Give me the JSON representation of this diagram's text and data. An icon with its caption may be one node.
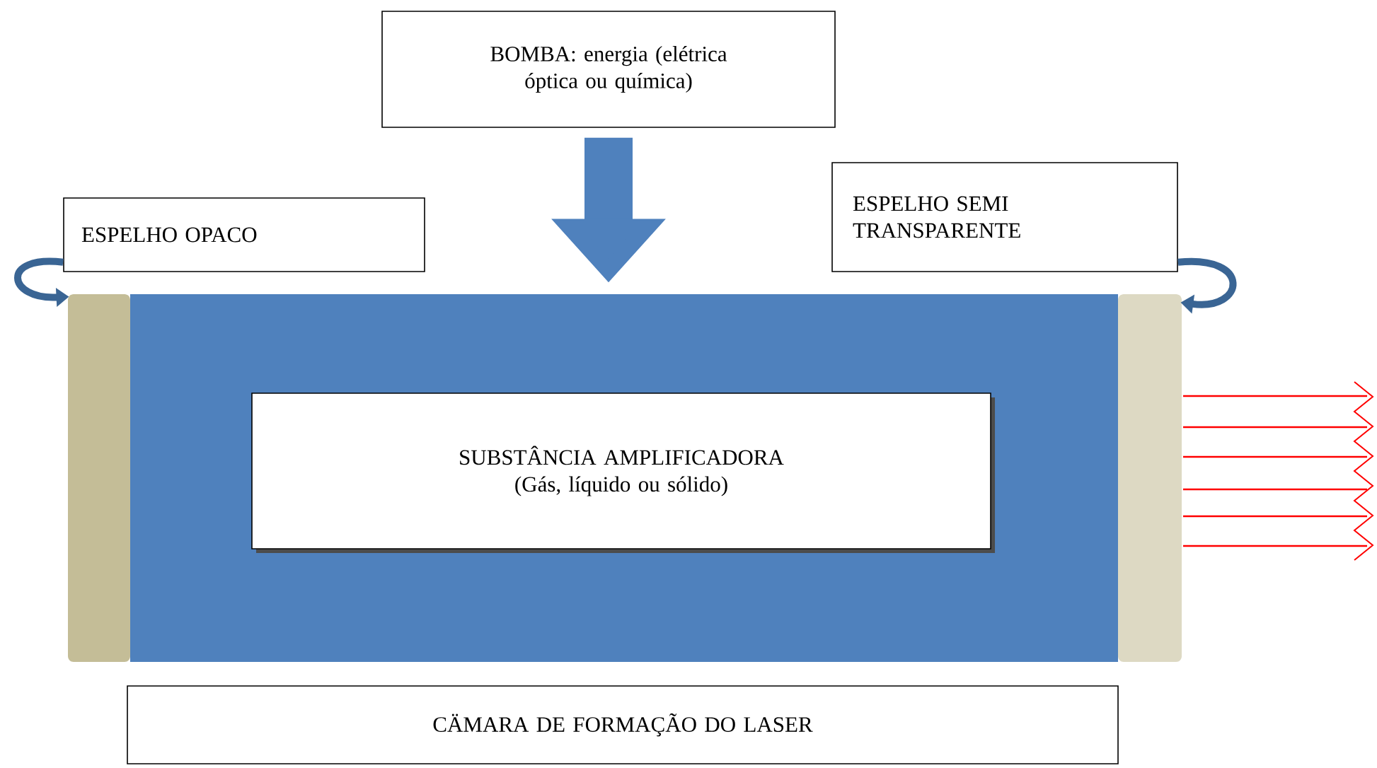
{
  "diagram": {
    "nodes": [
      {
        "text": [
          "BOMBA: energia (elétrica óptica ou química)"
        ]
      },
      {
        "text": [
          "ESPELHO OPACO"
        ]
      },
      {
        "text": [
          "ESPELHO SEMI TRANSPARENTE"
        ]
      },
      {
        "text": [],
        "shape": "bar"
      },
      {
        "text": [],
        "shape": "box"
      },
      {
        "text": [],
        "shape": "bar"
      },
      {
        "text": [
          "SUBSTÂNCIA AMPLIFICADORA",
          "(Gás, líquido ou sólido)"
        ],
        "in": 4
      },
      {
        "text": [
          "CÄMARA DE FORMAÇÃO DO LASER"
        ]
      }
    ],
    "edges": [
      {
        "from": 0,
        "to": 4,
        "arrow": "to",
        "style": "thick"
      },
      {
        "from": 1,
        "to": 3,
        "arrow": "to"
      },
      {
        "from": 2,
        "to": 5,
        "arrow": "to"
      }
    ]
  }
}
